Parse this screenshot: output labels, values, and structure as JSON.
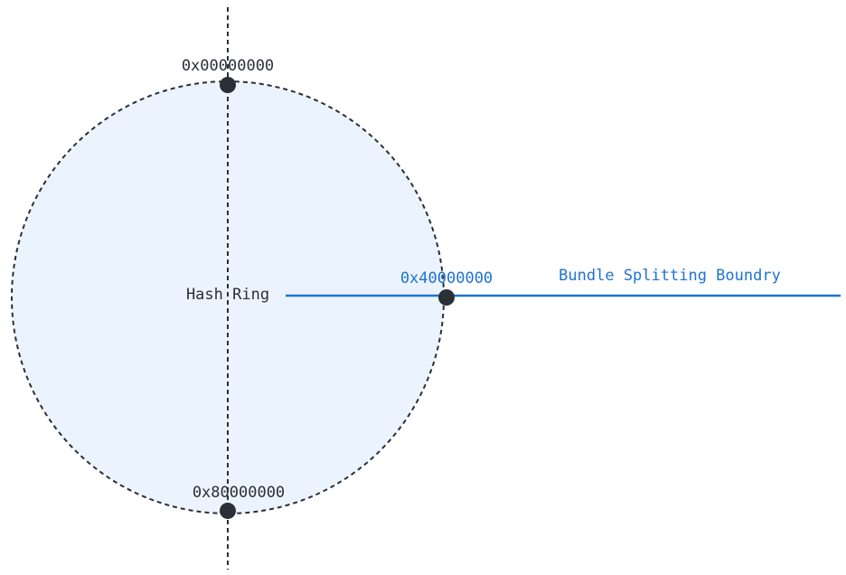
{
  "diagram": {
    "ring_label": "Hash Ring",
    "top_label": "0x00000000",
    "bottom_label": "0x80000000",
    "right_label": "0x40000000",
    "boundary_label": "Bundle Splitting Boundry"
  },
  "colors": {
    "ring_fill": "#EBF4FE",
    "ring_stroke": "#2B2F36",
    "point": "#2B2F36",
    "text": "#2B2F36",
    "accent": "#1E73D2"
  }
}
